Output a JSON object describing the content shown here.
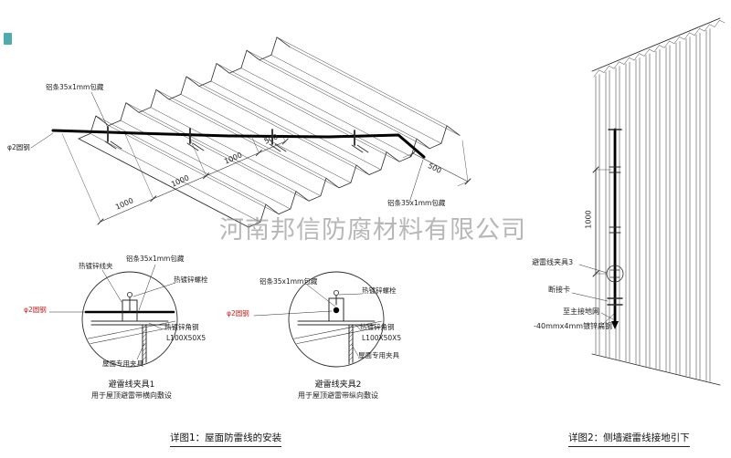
{
  "watermark": "河南邦信防腐材料有限公司",
  "main_view": {
    "label_strip_top": "铝条35x1mm包藏",
    "label_round_steel": "φ2圆钢",
    "label_strip_right": "铝条35x1mm包藏",
    "dims": [
      "1000",
      "1000",
      "1000",
      "500"
    ],
    "dim_right": "500"
  },
  "detail1": {
    "label_wire_clamp": "热镀锌线夹",
    "label_strip": "铝条35x1mm包藏",
    "label_bolt": "热镀锌螺栓",
    "label_round_steel": "φ2圆钢",
    "label_angle": "热镀锌角钢",
    "label_angle_spec": "L100X50X5",
    "label_roof_clamp": "屋面专用夹具",
    "title": "避雷线夹具1",
    "subtitle": "用于屋顶避雷带横向敷设"
  },
  "detail2": {
    "label_strip": "铝条35x1mm包藏",
    "label_bolt": "热镀锌螺栓",
    "label_round_steel": "φ2圆钢",
    "label_angle": "热镀锌角钢",
    "label_angle_spec": "L100X50X5",
    "label_roof_clamp": "屋面专用夹具",
    "title": "避雷线夹具2",
    "subtitle": "用于屋顶避雷带纵向敷设"
  },
  "wall_view": {
    "dim_height": "1000",
    "label_clamp": "避雷线夹具3",
    "label_disconnect": "断接卡",
    "label_to_ground": "至主接地网",
    "label_flat_steel": "-40mmx4mm镀锌扁钢"
  },
  "captions": {
    "detail1": "详图1：屋面防雷线的安装",
    "detail2": "详图2：侧墙避雷线接地引下"
  },
  "colors": {
    "line": "#2a2a2a",
    "wire": "#000000",
    "red": "#cc2020",
    "watermark": "#878787",
    "stamp": "#2f9e9e"
  }
}
